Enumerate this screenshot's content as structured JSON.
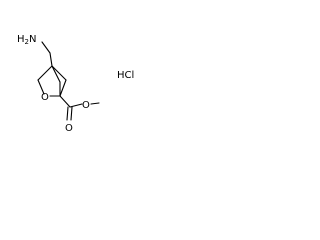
{
  "molecule": {
    "atoms": {
      "amine_h": "H",
      "amine_h_count": "2",
      "amine_n": "N",
      "ring_o": "O",
      "carbonyl_o": "O",
      "ester_o": "O"
    },
    "salt": "HCl"
  }
}
